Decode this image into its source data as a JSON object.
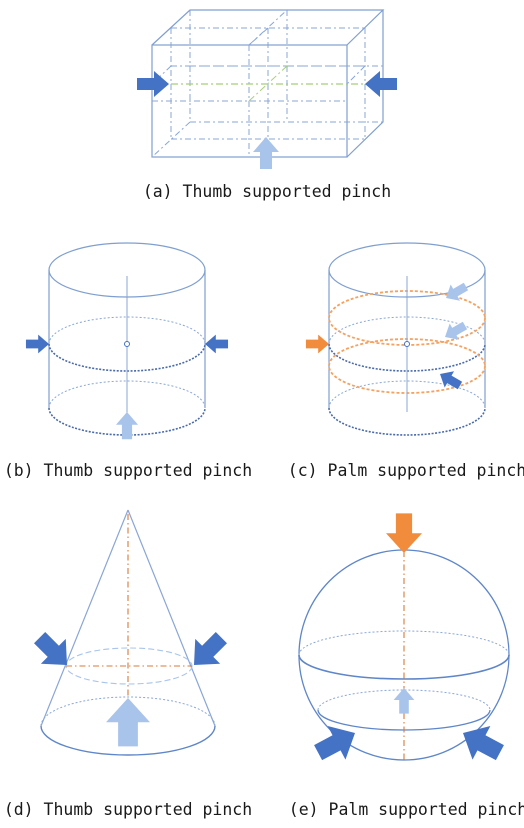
{
  "captions": {
    "a": "(a) Thumb supported pinch",
    "b": "(b) Thumb supported pinch",
    "c": "(c) Palm supported pinch",
    "d": "(d) Thumb supported pinch",
    "e": "(e) Palm supported pinch"
  },
  "colors": {
    "outline": "#7f9fd0",
    "dash": "#8aa6d6",
    "arrow_dark": "#4472c4",
    "arrow_light": "#a9c4eb",
    "arrow_orange": "#f08c3c",
    "ring_orange": "#f5a260",
    "green_axis": "#a7cf7a",
    "axis_orange": "#d9793a"
  }
}
